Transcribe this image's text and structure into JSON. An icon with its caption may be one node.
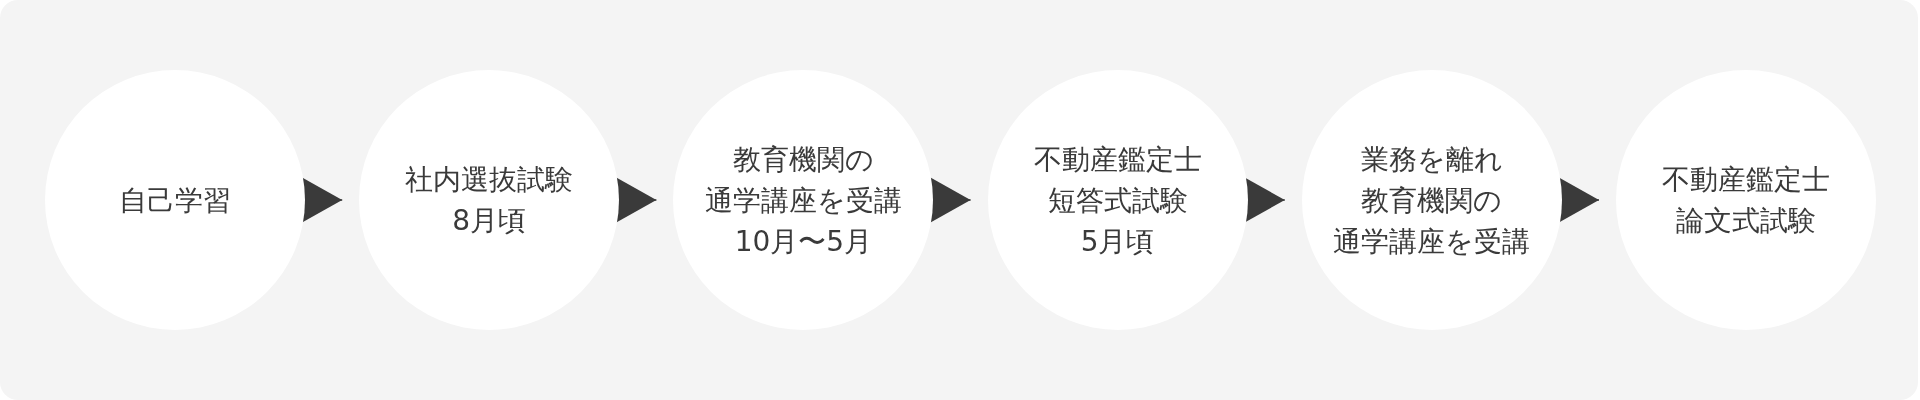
{
  "diagram": {
    "nodes": [
      {
        "text": [
          "自己学習"
        ]
      },
      {
        "text": [
          "社内選抜試験",
          "8月頃"
        ]
      },
      {
        "text": [
          "教育機関の通学講座を受講",
          "10月〜5月"
        ]
      },
      {
        "text": [
          "不動産鑑定士短答式試験",
          "5月頃"
        ]
      },
      {
        "text": [
          "業務を離れ教育機関の通学講座を受講"
        ]
      },
      {
        "text": [
          "不動産鑑定士論文式試験"
        ]
      }
    ],
    "edges": [
      {
        "from": 0,
        "to": 1,
        "arrow": "to"
      },
      {
        "from": 1,
        "to": 2,
        "arrow": "to"
      },
      {
        "from": 2,
        "to": 3,
        "arrow": "to"
      },
      {
        "from": 3,
        "to": 4,
        "arrow": "to"
      },
      {
        "from": 4,
        "to": 5,
        "arrow": "to"
      }
    ]
  }
}
